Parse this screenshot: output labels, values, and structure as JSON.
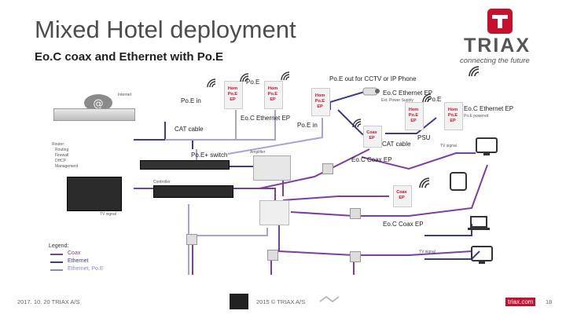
{
  "title": "Mixed Hotel deployment",
  "subtitle": "Eo.C coax and Ethernet with Po.E",
  "logo": {
    "word": "TRIAX",
    "tagline": "connecting the future",
    "color": "#c8102e"
  },
  "labels": {
    "poe_top": "Po.E",
    "poe_in_left": "Po.E in",
    "cat_cable_left": "CAT cable",
    "poe_switch": "Po.E+ switch",
    "eoc_ethernet_ep_mid": "Eo.C Ethernet EP",
    "poe_in_mid": "Po.E in",
    "poe_out_cctv": "Po.E out for CCTV or IP Phone",
    "eoc_ethernet_ep_top": "Eo.C Ethernet EP",
    "ext_power_supply": "Ext. Power Supply",
    "poe_right_top": "Po.E",
    "eoc_ethernet_ep_right": "Eo.C Ethernet EP",
    "poe_powered": "Po.E powered",
    "cat_cable_right": "CAT cable",
    "psu": "PSU",
    "eoc_coax_ep_mid": "Eo.C Coax EP",
    "eoc_coax_ep_low": "Eo.C Coax EP",
    "internet": "Internet",
    "amplifier": "Amplifier",
    "controller": "Controller",
    "tv_signal_left": "TV signal",
    "tv_signal_right_top": "TV signal",
    "tv_signal_right_low": "TV signal"
  },
  "router": {
    "title": "Router:",
    "items": [
      "Routing",
      "Firewall",
      "DHCP",
      "Management"
    ]
  },
  "ap_label": "Hom\nPo.E\nEP",
  "coax_label": "Coax\nEP",
  "legend": {
    "title": "Legend:",
    "items": [
      {
        "label": "Coax",
        "color": "#7b3f9e"
      },
      {
        "label": "Ethernet",
        "color": "#3c3c8a"
      },
      {
        "label": "Ethernet, Po.E",
        "color": "#8a8ac8"
      }
    ]
  },
  "footer": {
    "left": "2017. 10. 20 TRIAX A/S",
    "mid": "2015 © TRIAX A/S",
    "url": "triax.com",
    "page": "18"
  },
  "colors": {
    "coax": "#7b3f9e",
    "ethernet": "#3c3c8a",
    "poe": "#a4a4d6",
    "accent": "#c8102e"
  }
}
